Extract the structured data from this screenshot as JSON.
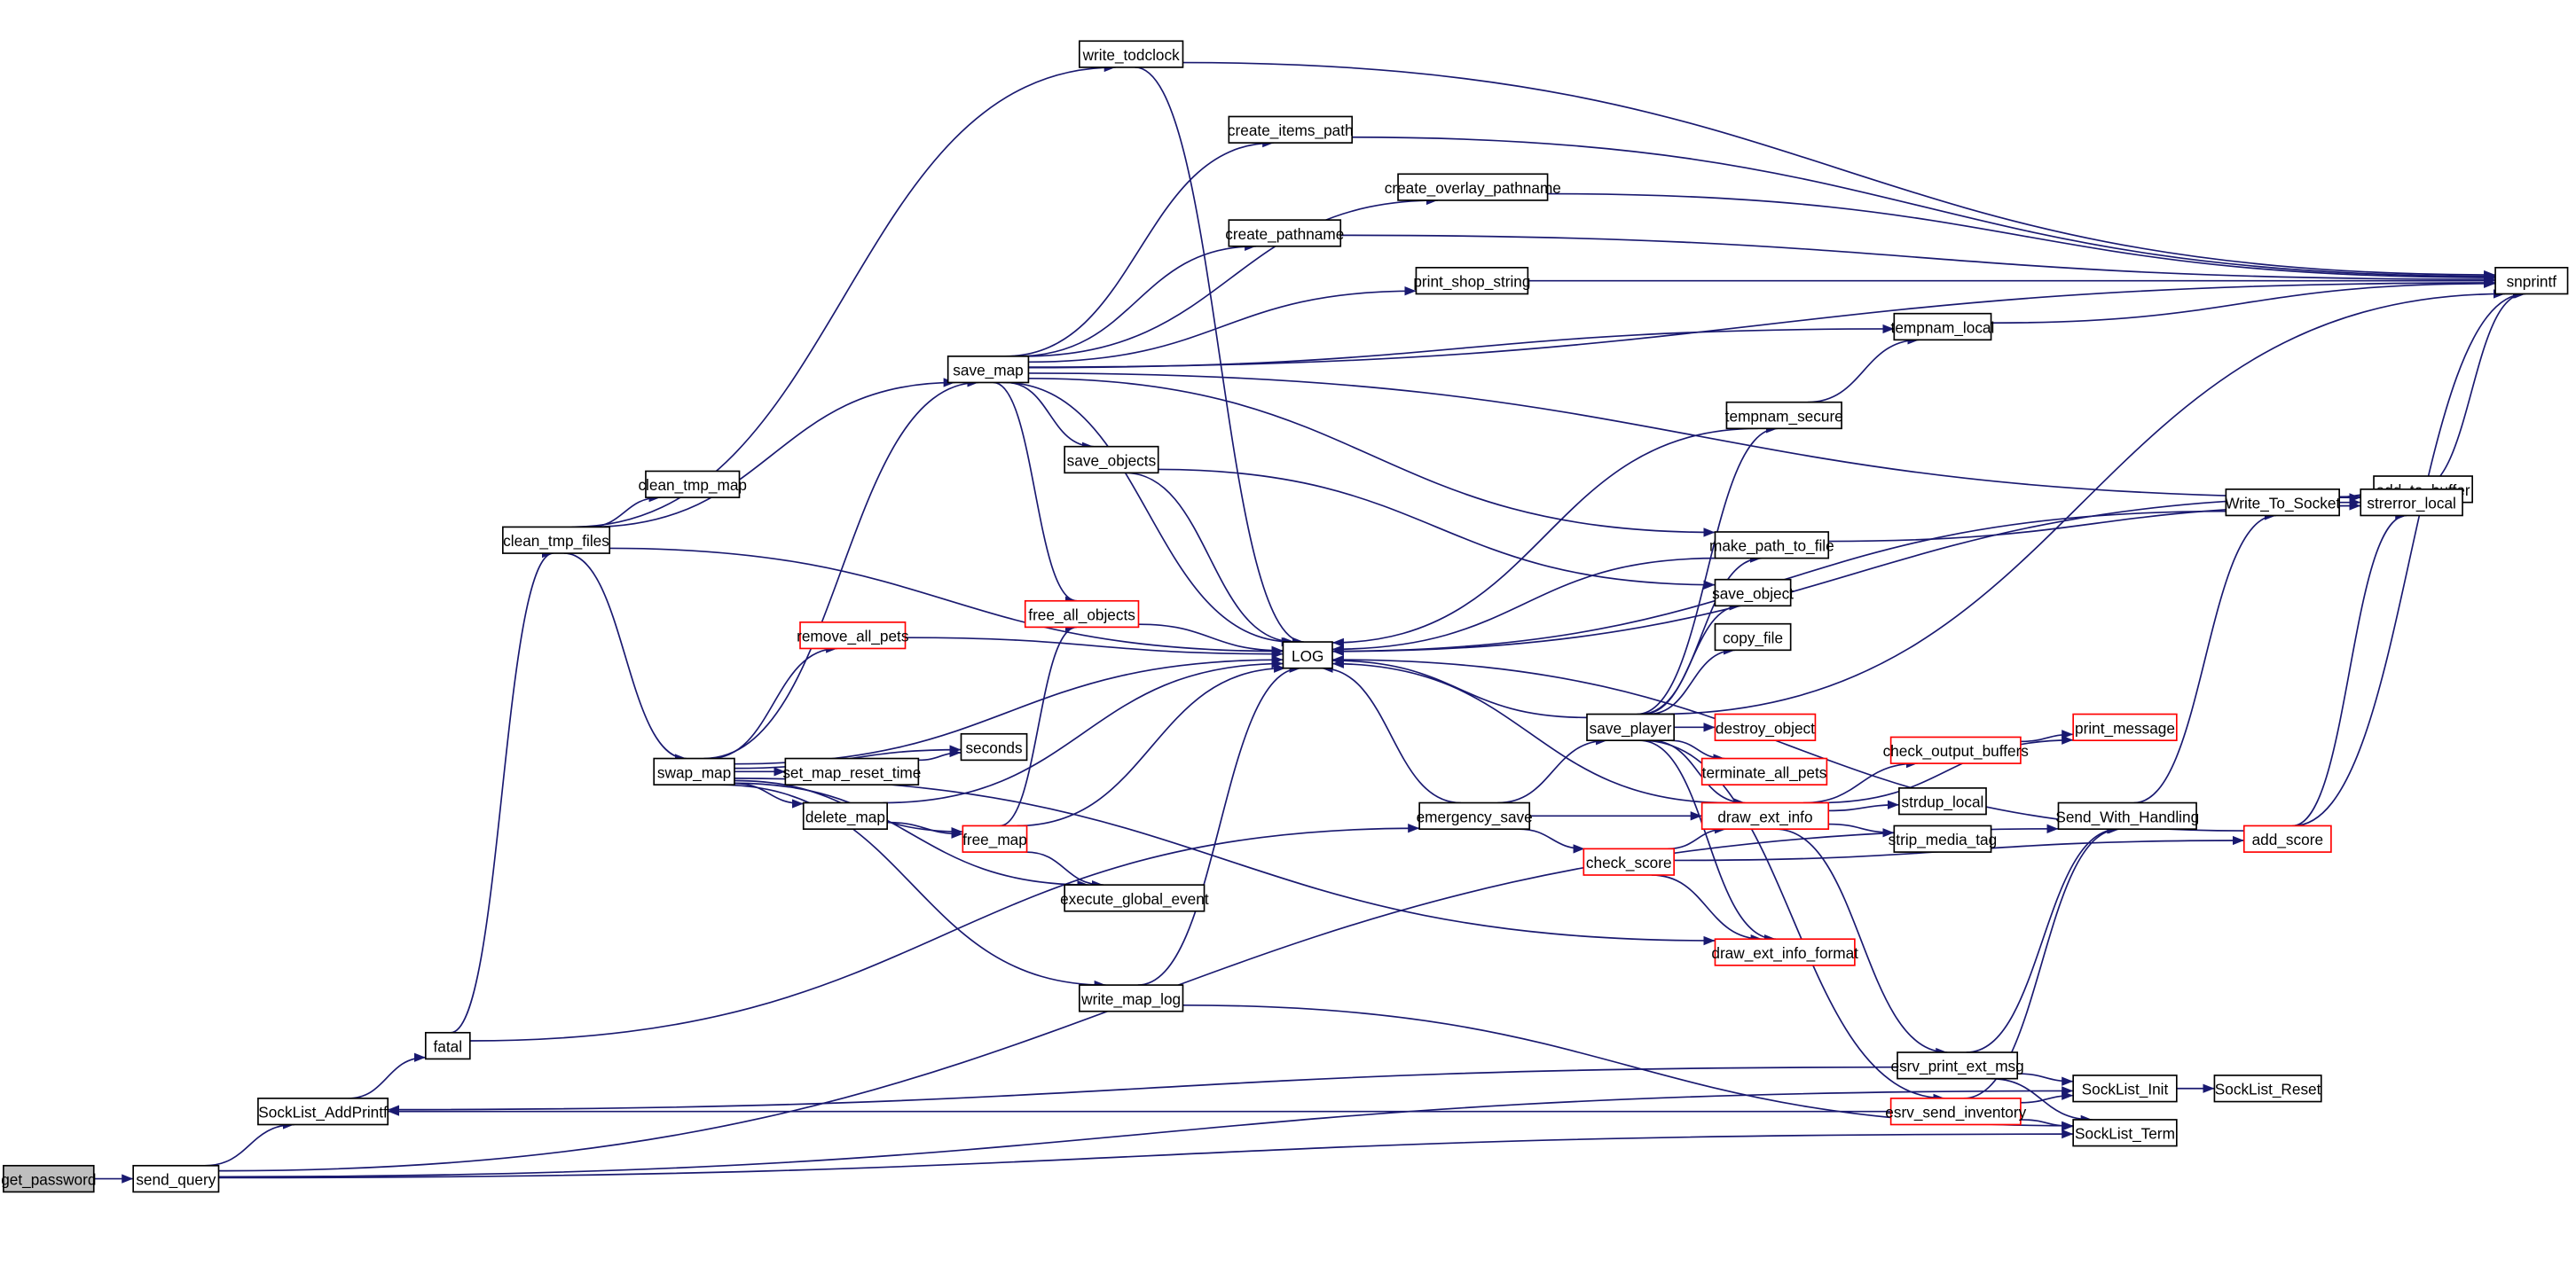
{
  "title": "get_password call graph",
  "colors": {
    "edge": "#191970",
    "root_fill": "#bfbfbf",
    "link_border": "#ff0000",
    "node_border": "#000000"
  },
  "nodes": [
    {
      "id": "get_password",
      "label": "get_password",
      "kind": "root"
    },
    {
      "id": "send_query",
      "label": "send_query",
      "kind": "normal"
    },
    {
      "id": "SockList_AddPrintf",
      "label": "SockList_AddPrintf",
      "kind": "normal"
    },
    {
      "id": "fatal",
      "label": "fatal",
      "kind": "normal"
    },
    {
      "id": "clean_tmp_files",
      "label": "clean_tmp_files",
      "kind": "normal"
    },
    {
      "id": "clean_tmp_map",
      "label": "clean_tmp_map",
      "kind": "normal"
    },
    {
      "id": "swap_map",
      "label": "swap_map",
      "kind": "normal"
    },
    {
      "id": "write_todclock",
      "label": "write_todclock",
      "kind": "normal"
    },
    {
      "id": "create_items_path",
      "label": "create_items_path",
      "kind": "normal"
    },
    {
      "id": "create_overlay_pathname",
      "label": "create_overlay_pathname",
      "kind": "normal"
    },
    {
      "id": "create_pathname",
      "label": "create_pathname",
      "kind": "normal"
    },
    {
      "id": "print_shop_string",
      "label": "print_shop_string",
      "kind": "normal"
    },
    {
      "id": "save_map",
      "label": "save_map",
      "kind": "normal"
    },
    {
      "id": "tempnam_local",
      "label": "tempnam_local",
      "kind": "normal"
    },
    {
      "id": "tempnam_secure",
      "label": "tempnam_secure",
      "kind": "normal"
    },
    {
      "id": "save_objects",
      "label": "save_objects",
      "kind": "normal"
    },
    {
      "id": "remove_all_pets",
      "label": "remove_all_pets",
      "kind": "red"
    },
    {
      "id": "free_all_objects",
      "label": "free_all_objects",
      "kind": "red"
    },
    {
      "id": "LOG",
      "label": "LOG",
      "kind": "normal"
    },
    {
      "id": "make_path_to_file",
      "label": "make_path_to_file",
      "kind": "normal"
    },
    {
      "id": "save_object",
      "label": "save_object",
      "kind": "normal"
    },
    {
      "id": "copy_file",
      "label": "copy_file",
      "kind": "normal"
    },
    {
      "id": "add_to_buffer",
      "label": "add_to_buffer",
      "kind": "normal"
    },
    {
      "id": "Write_To_Socket",
      "label": "Write_To_Socket",
      "kind": "normal"
    },
    {
      "id": "strerror_local",
      "label": "strerror_local",
      "kind": "normal"
    },
    {
      "id": "snprintf",
      "label": "snprintf",
      "kind": "normal"
    },
    {
      "id": "seconds",
      "label": "seconds",
      "kind": "normal"
    },
    {
      "id": "set_map_reset_time",
      "label": "set_map_reset_time",
      "kind": "normal"
    },
    {
      "id": "delete_map",
      "label": "delete_map",
      "kind": "normal"
    },
    {
      "id": "free_map",
      "label": "free_map",
      "kind": "red"
    },
    {
      "id": "execute_global_event",
      "label": "execute_global_event",
      "kind": "normal"
    },
    {
      "id": "emergency_save",
      "label": "emergency_save",
      "kind": "normal"
    },
    {
      "id": "save_player",
      "label": "save_player",
      "kind": "normal"
    },
    {
      "id": "destroy_object",
      "label": "destroy_object",
      "kind": "red"
    },
    {
      "id": "terminate_all_pets",
      "label": "terminate_all_pets",
      "kind": "red"
    },
    {
      "id": "check_output_buffers",
      "label": "check_output_buffers",
      "kind": "red"
    },
    {
      "id": "print_message",
      "label": "print_message",
      "kind": "red"
    },
    {
      "id": "strdup_local",
      "label": "strdup_local",
      "kind": "normal"
    },
    {
      "id": "strip_media_tag",
      "label": "strip_media_tag",
      "kind": "normal"
    },
    {
      "id": "draw_ext_info",
      "label": "draw_ext_info",
      "kind": "red"
    },
    {
      "id": "check_score",
      "label": "check_score",
      "kind": "red"
    },
    {
      "id": "draw_ext_info_format",
      "label": "draw_ext_info_format",
      "kind": "red"
    },
    {
      "id": "write_map_log",
      "label": "write_map_log",
      "kind": "normal"
    },
    {
      "id": "esrv_print_ext_msg",
      "label": "esrv_print_ext_msg",
      "kind": "normal"
    },
    {
      "id": "esrv_send_inventory",
      "label": "esrv_send_inventory",
      "kind": "red"
    },
    {
      "id": "Send_With_Handling",
      "label": "Send_With_Handling",
      "kind": "normal"
    },
    {
      "id": "add_score",
      "label": "add_score",
      "kind": "red"
    },
    {
      "id": "SockList_Init",
      "label": "SockList_Init",
      "kind": "normal"
    },
    {
      "id": "SockList_Reset",
      "label": "SockList_Reset",
      "kind": "normal"
    },
    {
      "id": "SockList_Term",
      "label": "SockList_Term",
      "kind": "normal"
    }
  ],
  "edges": [
    [
      "get_password",
      "send_query"
    ],
    [
      "send_query",
      "SockList_AddPrintf"
    ],
    [
      "send_query",
      "Send_With_Handling"
    ],
    [
      "send_query",
      "SockList_Init"
    ],
    [
      "send_query",
      "SockList_Term"
    ],
    [
      "SockList_AddPrintf",
      "fatal"
    ],
    [
      "fatal",
      "clean_tmp_files"
    ],
    [
      "fatal",
      "emergency_save"
    ],
    [
      "clean_tmp_files",
      "write_todclock"
    ],
    [
      "clean_tmp_files",
      "save_map"
    ],
    [
      "clean_tmp_files",
      "clean_tmp_map"
    ],
    [
      "clean_tmp_files",
      "LOG"
    ],
    [
      "clean_tmp_files",
      "swap_map"
    ],
    [
      "write_todclock",
      "snprintf"
    ],
    [
      "write_todclock",
      "LOG"
    ],
    [
      "save_map",
      "create_items_path"
    ],
    [
      "save_map",
      "create_overlay_pathname"
    ],
    [
      "save_map",
      "create_pathname"
    ],
    [
      "save_map",
      "print_shop_string"
    ],
    [
      "save_map",
      "tempnam_local"
    ],
    [
      "save_map",
      "save_objects"
    ],
    [
      "save_map",
      "free_all_objects"
    ],
    [
      "save_map",
      "LOG"
    ],
    [
      "save_map",
      "make_path_to_file"
    ],
    [
      "save_map",
      "strerror_local"
    ],
    [
      "save_map",
      "snprintf"
    ],
    [
      "create_items_path",
      "snprintf"
    ],
    [
      "create_overlay_pathname",
      "snprintf"
    ],
    [
      "create_pathname",
      "snprintf"
    ],
    [
      "print_shop_string",
      "snprintf"
    ],
    [
      "tempnam_local",
      "snprintf"
    ],
    [
      "tempnam_secure",
      "tempnam_local"
    ],
    [
      "tempnam_secure",
      "LOG"
    ],
    [
      "save_objects",
      "LOG"
    ],
    [
      "save_objects",
      "save_object"
    ],
    [
      "swap_map",
      "save_map"
    ],
    [
      "swap_map",
      "remove_all_pets"
    ],
    [
      "swap_map",
      "LOG"
    ],
    [
      "swap_map",
      "seconds"
    ],
    [
      "swap_map",
      "set_map_reset_time"
    ],
    [
      "swap_map",
      "delete_map"
    ],
    [
      "swap_map",
      "free_map"
    ],
    [
      "swap_map",
      "execute_global_event"
    ],
    [
      "swap_map",
      "draw_ext_info_format"
    ],
    [
      "swap_map",
      "write_map_log"
    ],
    [
      "set_map_reset_time",
      "seconds"
    ],
    [
      "delete_map",
      "free_map"
    ],
    [
      "delete_map",
      "LOG"
    ],
    [
      "free_map",
      "free_all_objects"
    ],
    [
      "free_map",
      "LOG"
    ],
    [
      "free_map",
      "execute_global_event"
    ],
    [
      "remove_all_pets",
      "LOG"
    ],
    [
      "free_all_objects",
      "LOG"
    ],
    [
      "write_map_log",
      "LOG"
    ],
    [
      "write_map_log",
      "SockList_Term"
    ],
    [
      "make_path_to_file",
      "LOG"
    ],
    [
      "make_path_to_file",
      "strerror_local"
    ],
    [
      "add_to_buffer",
      "LOG"
    ],
    [
      "Write_To_Socket",
      "add_to_buffer"
    ],
    [
      "Write_To_Socket",
      "strerror_local"
    ],
    [
      "Write_To_Socket",
      "LOG"
    ],
    [
      "strerror_local",
      "snprintf"
    ],
    [
      "emergency_save",
      "LOG"
    ],
    [
      "emergency_save",
      "save_player"
    ],
    [
      "emergency_save",
      "draw_ext_info"
    ],
    [
      "emergency_save",
      "check_score"
    ],
    [
      "save_player",
      "tempnam_secure"
    ],
    [
      "save_player",
      "make_path_to_file"
    ],
    [
      "save_player",
      "save_object"
    ],
    [
      "save_player",
      "copy_file"
    ],
    [
      "save_player",
      "LOG"
    ],
    [
      "save_player",
      "destroy_object"
    ],
    [
      "save_player",
      "terminate_all_pets"
    ],
    [
      "save_player",
      "draw_ext_info"
    ],
    [
      "save_player",
      "draw_ext_info_format"
    ],
    [
      "save_player",
      "esrv_send_inventory"
    ],
    [
      "save_player",
      "snprintf"
    ],
    [
      "draw_ext_info",
      "LOG"
    ],
    [
      "draw_ext_info",
      "check_output_buffers"
    ],
    [
      "draw_ext_info",
      "print_message"
    ],
    [
      "draw_ext_info",
      "strdup_local"
    ],
    [
      "draw_ext_info",
      "strip_media_tag"
    ],
    [
      "draw_ext_info",
      "esrv_print_ext_msg"
    ],
    [
      "check_output_buffers",
      "print_message"
    ],
    [
      "check_score",
      "draw_ext_info"
    ],
    [
      "check_score",
      "draw_ext_info_format"
    ],
    [
      "check_score",
      "add_score"
    ],
    [
      "add_score",
      "strerror_local"
    ],
    [
      "add_score",
      "LOG"
    ],
    [
      "add_score",
      "snprintf"
    ],
    [
      "Send_With_Handling",
      "Write_To_Socket"
    ],
    [
      "esrv_print_ext_msg",
      "SockList_AddPrintf"
    ],
    [
      "esrv_print_ext_msg",
      "Send_With_Handling"
    ],
    [
      "esrv_print_ext_msg",
      "SockList_Init"
    ],
    [
      "esrv_print_ext_msg",
      "SockList_Term"
    ],
    [
      "esrv_send_inventory",
      "SockList_AddPrintf"
    ],
    [
      "esrv_send_inventory",
      "Send_With_Handling"
    ],
    [
      "esrv_send_inventory",
      "SockList_Init"
    ],
    [
      "esrv_send_inventory",
      "SockList_Term"
    ],
    [
      "SockList_Init",
      "SockList_Reset"
    ]
  ]
}
